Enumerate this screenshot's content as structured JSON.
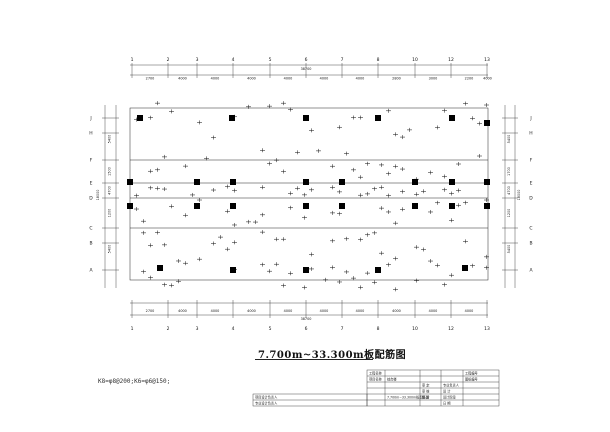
{
  "drawing": {
    "title": "7.700m~33.300m板配筋图",
    "note": "K8=φ8@200;K6=φ6@150;",
    "columns_top": [
      "1",
      "2",
      "3",
      "4",
      "5",
      "6",
      "7",
      "8",
      "10",
      "12",
      "13"
    ],
    "columns_bottom": [
      "1",
      "2",
      "3",
      "4",
      "5",
      "6",
      "7",
      "8",
      "10",
      "12",
      "13"
    ],
    "rows_left": [
      "J",
      "H",
      "F",
      "E",
      "D",
      "C",
      "B",
      "A"
    ],
    "rows_right": [
      "J",
      "H",
      "F",
      "E",
      "D",
      "C",
      "B",
      "A"
    ],
    "top_total": "38700",
    "bottom_total": "38700",
    "top_spans": [
      "2700",
      "4000",
      "4000",
      "4000",
      "4000",
      "4000",
      "4000",
      "2800",
      "3000",
      "2200",
      "4000"
    ],
    "bottom_spans": [
      "2700",
      "4000",
      "4000",
      "4000",
      "4000",
      "4000",
      "4000",
      "4000",
      "4000",
      "4000"
    ],
    "left_spans": [
      "5400",
      "1500",
      "4700",
      "1200",
      "5400"
    ],
    "left_total": "18000",
    "right_spans": [
      "5400",
      "1700",
      "4700",
      "1200",
      "5400"
    ],
    "right_total": "18000"
  },
  "title_block": {
    "rows": [
      [
        "工程名称",
        "",
        "",
        "工程编号"
      ],
      [
        "项目名称",
        "综合楼",
        "",
        "图纸编号"
      ],
      [
        "",
        "",
        "审 定",
        "专业负责人"
      ],
      [
        "",
        "",
        "审 核",
        "设 计"
      ],
      [
        "项目设计负责人",
        "7.700m~33.300m板配筋图",
        "校 对",
        "设计阶段"
      ],
      [
        "专业设计负责人",
        "",
        "",
        "日 期"
      ]
    ]
  }
}
